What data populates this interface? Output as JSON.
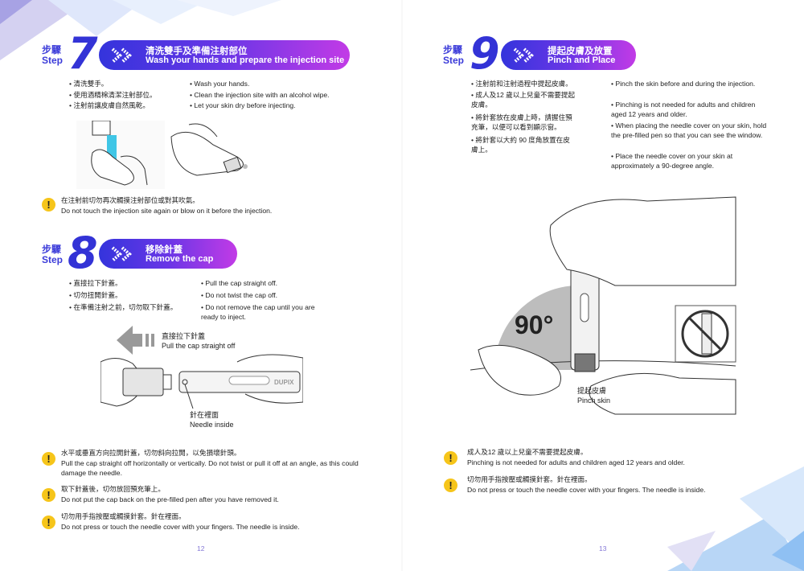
{
  "left_page": {
    "page_number": "12",
    "step7": {
      "label_zh": "步驟",
      "label_en": "Step",
      "number": "7",
      "title_zh": "清洗雙手及準備注射部位",
      "title_en": "Wash your hands and prepare the injection site",
      "bullets_zh": [
        "清洗雙手。",
        "使用酒精棉清潔注射部位。",
        "注射前讓皮膚自然風乾。"
      ],
      "bullets_en": [
        "Wash your hands.",
        "Clean the injection site with an alcohol wipe.",
        "Let your skin dry before injecting."
      ],
      "warning": {
        "zh": "在注射前切勿再次觸摸注射部位或對其吹氣。",
        "en": "Do not touch the injection site again or blow on it before the injection."
      }
    },
    "step8": {
      "label_zh": "步驟",
      "label_en": "Step",
      "number": "8",
      "title_zh": "移除針蓋",
      "title_en": "Remove the cap",
      "bullets_zh": [
        "直接拉下針蓋。",
        "切勿扭開針蓋。",
        "在準備注射之前，切勿取下針蓋。"
      ],
      "bullets_en": [
        "Pull the cap straight off.",
        "Do not twist the cap off.",
        "Do not remove the cap until you are ready to inject."
      ],
      "arrow_caption_zh": "直接拉下針蓋",
      "arrow_caption_en": "Pull the cap straight off",
      "needle_caption_zh": "針在裡面",
      "needle_caption_en": "Needle inside",
      "pen_brand": "DUPIX",
      "warnings": [
        {
          "zh": "水平或垂直方向拉開針蓋，切勿斜向拉開，以免損壞針頭。",
          "en": "Pull the cap straight off horizontally or vertically. Do not twist or pull it off at an angle, as this could damage the needle."
        },
        {
          "zh": "取下針蓋後，切勿放回預充筆上。",
          "en": "Do not put the cap back on the pre-filled pen after you have removed it."
        },
        {
          "zh": "切勿用手指按壓或觸摸針套。針在裡面。",
          "en": "Do not press or touch the needle cover with your fingers. The needle is inside."
        }
      ]
    }
  },
  "right_page": {
    "page_number": "13",
    "step9": {
      "label_zh": "步驟",
      "label_en": "Step",
      "number": "9",
      "title_zh": "提起皮膚及放置",
      "title_en": "Pinch and Place",
      "bullets_zh": [
        "注射前和注射過程中提起皮膚。",
        "成人及12 歲以上兒童不需要提起皮膚。",
        "將針套放在皮膚上時，請握住預充筆，以便可以看到顯示窗。",
        "將針套以大約 90 度角放置在皮膚上。"
      ],
      "bullets_en": [
        "Pinch the skin before and during the injection.",
        "Pinching is not needed for adults and children aged 12 years and older.",
        "When placing the needle cover on your skin, hold the pre-filled pen so that you can see the window.",
        "Place the needle cover on your skin at approximately a 90-degree angle."
      ],
      "angle_label": "90°",
      "pinch_caption_zh": "提起皮膚",
      "pinch_caption_en": "Pinch skin",
      "warnings": [
        {
          "zh": "成人及12 歲以上兒童不需要提起皮膚。",
          "en": "Pinching is not needed for adults and children aged 12 years and older."
        },
        {
          "zh": "切勿用手指按壓或觸摸針套。針在裡面。",
          "en": "Do not press or touch the needle cover with your fingers. The needle is inside."
        }
      ]
    }
  },
  "colors": {
    "accent_blue": "#3434dc",
    "accent_purple": "#c23be6",
    "warning_yellow": "#f6c51a",
    "page_number": "#8477d6"
  }
}
